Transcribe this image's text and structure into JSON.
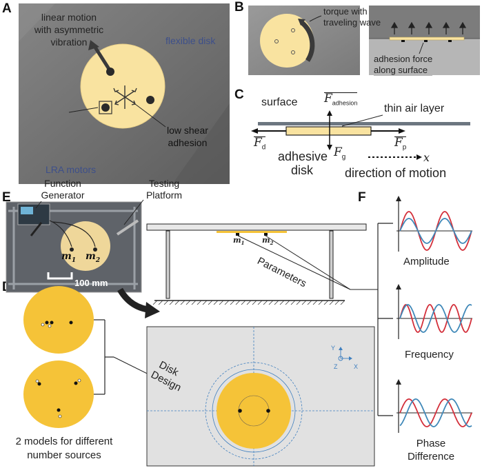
{
  "panels": {
    "a": "A",
    "b": "B",
    "c": "C",
    "d": "D",
    "e": "E",
    "f": "F"
  },
  "panel_a": {
    "linear_motion_1": "linear motion",
    "linear_motion_2": "with asymmetric",
    "linear_motion_3": "vibration",
    "flexible_disk": "flexible disk",
    "low_shear_1": "low shear",
    "low_shear_2": "adhesion",
    "lra_motors": "LRA motors"
  },
  "panel_b": {
    "torque_1": "torque with",
    "torque_2": "traveling wave",
    "adhesion_1": "adhesion force",
    "adhesion_2": "along surface"
  },
  "panel_c": {
    "surface": "surface",
    "f_adhesion": "F",
    "f_adhesion_sub": "adhesion",
    "thin_air": "thin air layer",
    "f_d": "F",
    "f_d_sub": "d",
    "f_g": "F",
    "f_g_sub": "g",
    "f_p": "F",
    "f_p_sub": "p",
    "adhesive_1": "adhesive",
    "adhesive_2": "disk",
    "x_axis": "x",
    "direction": "direction of motion"
  },
  "panel_e": {
    "function_1": "Function",
    "function_2": "Generator",
    "testing_1": "Testing",
    "testing_2": "Platform",
    "m1": "m",
    "m1_sub": "1",
    "m2": "m",
    "m2_sub": "2",
    "scale": "100 mm",
    "parameters": "Parameters"
  },
  "panel_d": {
    "disk_1": "Disk",
    "disk_2": "Design",
    "models_1": "2 models for different",
    "models_2": "number sources",
    "axis_y": "Y",
    "axis_z": "Z",
    "axis_x": "X"
  },
  "panel_f": {
    "amplitude": "Amplitude",
    "frequency": "Frequency",
    "phase_1": "Phase",
    "phase_2": "Difference"
  },
  "colors": {
    "disk_yellow": "#f9e3a0",
    "design_orange": "#f5c338",
    "wave_red": "#d32f3a",
    "wave_blue": "#3f88b8",
    "photo_gray": "#6e6e6e"
  }
}
